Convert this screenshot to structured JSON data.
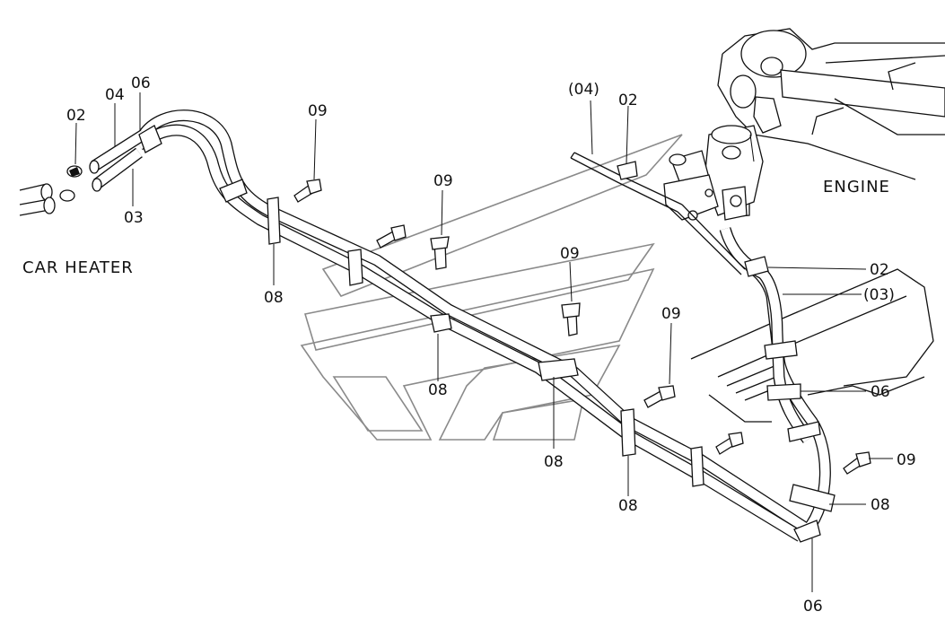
{
  "diagram": {
    "labels": {
      "car_heater": "CAR HEATER",
      "engine": "ENGINE",
      "l02_left": "02",
      "l04_left": "04",
      "l06_left": "06",
      "l03_left": "03",
      "l09_a": "09",
      "l09_b": "09",
      "l09_c": "09",
      "l09_d": "09",
      "l09_e": "09",
      "l08_a": "08",
      "l08_b": "08",
      "l08_c": "08",
      "l08_d": "08",
      "l08_e": "08",
      "l04_paren": "(04)",
      "l02_top": "02",
      "l02_right": "02",
      "l03_paren": "(03)",
      "l06_right": "06",
      "l06_bottom": "06"
    }
  }
}
